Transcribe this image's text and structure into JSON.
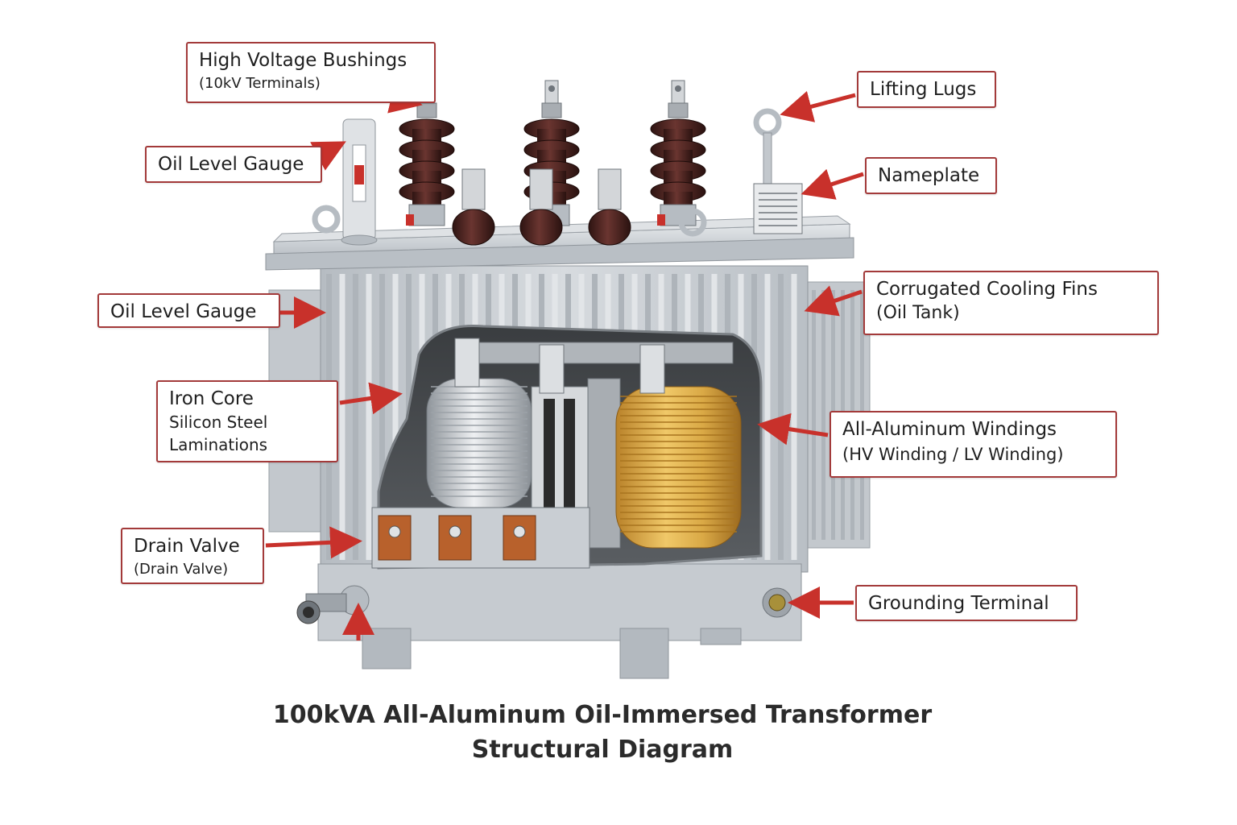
{
  "callouts": {
    "hv_bushings": {
      "title": "High Voltage Bushings",
      "subtitle": "(10kV Terminals)"
    },
    "oil_level_gauge_top": {
      "title": "Oil Level Gauge"
    },
    "oil_level_gauge_side": {
      "title": "Oil Level Gauge"
    },
    "iron_core": {
      "title": "Iron Core",
      "line2": "Silicon Steel",
      "line3": "Laminations"
    },
    "drain_valve": {
      "title": "Drain Valve",
      "subtitle": "(Drain Valve)"
    },
    "lifting_lugs": {
      "title": "Lifting Lugs"
    },
    "nameplate": {
      "title": "Nameplate"
    },
    "cooling_fins": {
      "title": "Corrugated Cooling Fins",
      "subtitle": "(Oil Tank)"
    },
    "windings": {
      "title": "All-Aluminum Windings",
      "subtitle": "(HV Winding / LV Winding)"
    },
    "grounding": {
      "title": "Grounding Terminal"
    }
  },
  "caption": {
    "line1": "100kVA All-Aluminum Oil-Immersed Transformer",
    "line2": "Structural Diagram"
  },
  "colors": {
    "accent_red": "#c8312b",
    "callout_border": "#a33a3a",
    "tank_gray": "#c9ced3",
    "bushing_brown": "#4a2320",
    "winding_copper": "#d9a845"
  }
}
